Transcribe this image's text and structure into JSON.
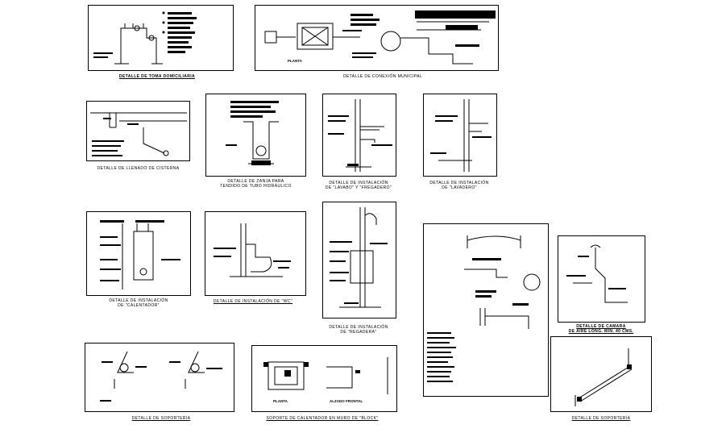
{
  "drawing": {
    "details": [
      {
        "caption": "DETALLE DE TOMA DOMICILIARIA"
      },
      {
        "caption": "DETALLE DE CONEXIÓN MUNICIPAL",
        "labels": [
          "PLANTA"
        ]
      },
      {
        "caption": "DETALLE DE LLENADO DE CISTERNA"
      },
      {
        "caption": "DETALLE DE ZANJA PARA",
        "caption2": "TENDIDO DE TUBO HIDRÁULICO"
      },
      {
        "caption": "DETALLE DE INSTALACIÓN",
        "caption2": "DE \"LAVABO\" Y \"FREGADERO\""
      },
      {
        "caption": "DETALLE DE INSTALACIÓN",
        "caption2": "DE \"LAVADERO\""
      },
      {
        "caption": "DETALLE DE INSTALACIÓN",
        "caption2": "DE \"CALENTADOR\""
      },
      {
        "caption": "DETALLE DE INSTALACIÓN DE \"WC\""
      },
      {
        "caption": "DETALLE DE INSTALACIÓN",
        "caption2": "DE \"REGADERA\""
      },
      {
        "caption": "DETALLE DE CAMARA",
        "caption2": "DE AIRE LONG. MIN. 40 CMS."
      },
      {
        "caption": "DETALLE DE SOPORTERÍA"
      },
      {
        "caption": "SOPORTE DE CALENTADOR EN MURO DE \"BLOCK\"",
        "labels": [
          "PLANTA",
          "ALZADO FRONTAL"
        ]
      },
      {
        "caption": "DETALLE DE SOPORTERÍA"
      }
    ]
  }
}
